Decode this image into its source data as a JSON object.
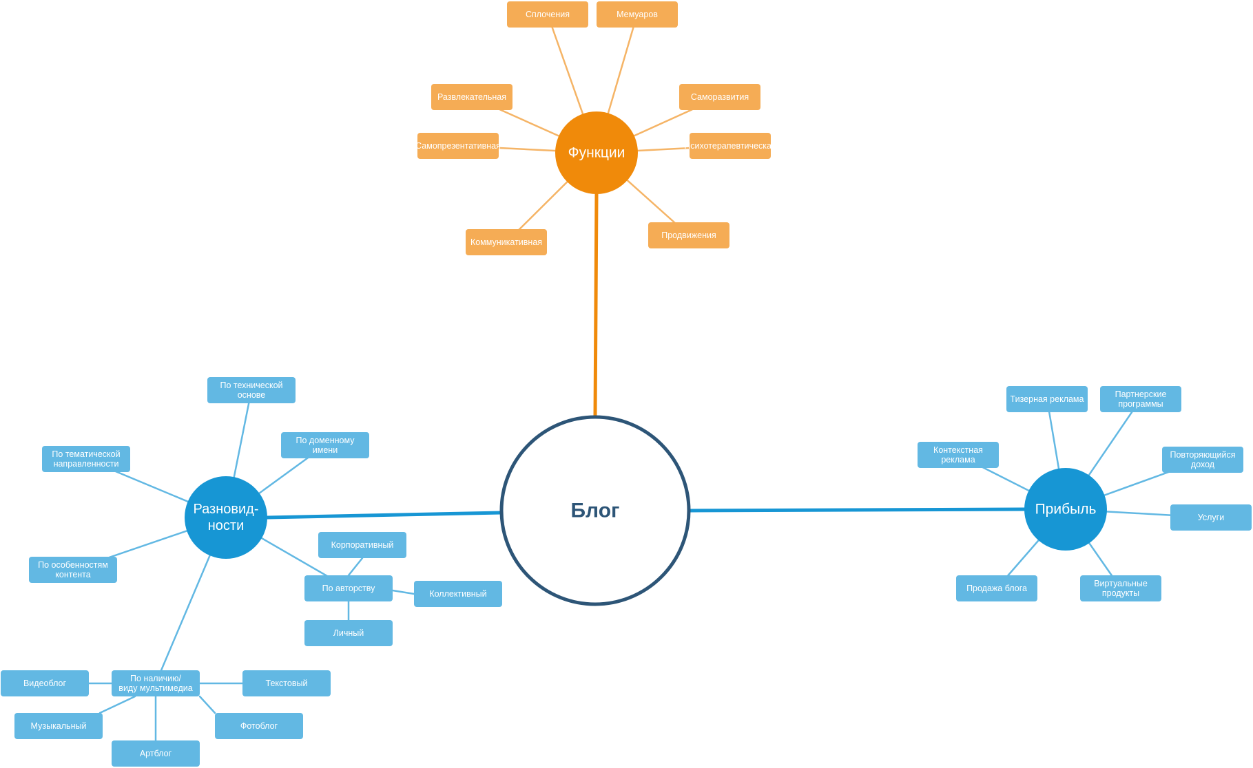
{
  "center": {
    "label": "Блог"
  },
  "branches": [
    {
      "id": "functions",
      "label": "Функции",
      "color": "#f08a0a",
      "box_color": "#f5ac55",
      "line_color": "#f5b466",
      "items": [
        {
          "id": "splocheniya",
          "label": "Сплочения"
        },
        {
          "id": "memuarov",
          "label": "Мемуаров"
        },
        {
          "id": "razvlekatelnaya",
          "label": "Развлекательная"
        },
        {
          "id": "samorazvitiya",
          "label": "Саморазвития"
        },
        {
          "id": "samoprezentativnaya",
          "label": "Самопрезентативная"
        },
        {
          "id": "psihoterapevticheskaya",
          "label": "Психотерапевтическая"
        },
        {
          "id": "kommunikativnaya",
          "label": "Коммуникативная"
        },
        {
          "id": "prodvizheniya",
          "label": "Продвижения"
        }
      ]
    },
    {
      "id": "varieties",
      "label": [
        "Разновид-",
        "ности"
      ],
      "color": "#1796d4",
      "box_color": "#62b8e3",
      "line_color": "#62b8e3",
      "items": [
        {
          "id": "tech",
          "label": [
            "По технической",
            "основе"
          ]
        },
        {
          "id": "domain",
          "label": [
            "По доменному",
            "имени"
          ]
        },
        {
          "id": "thematic",
          "label": [
            "По тематической",
            "направленности"
          ]
        },
        {
          "id": "content",
          "label": [
            "По особенностям",
            "контента"
          ]
        },
        {
          "id": "authorship",
          "label": "По авторству",
          "children": [
            {
              "id": "corporate",
              "label": "Корпоративный"
            },
            {
              "id": "collective",
              "label": "Коллективный"
            },
            {
              "id": "personal",
              "label": "Личный"
            }
          ]
        },
        {
          "id": "multimedia",
          "label": [
            "По наличию/",
            "виду мультимедиа"
          ],
          "children": [
            {
              "id": "videoblog",
              "label": "Видеоблог"
            },
            {
              "id": "text",
              "label": "Текстовый"
            },
            {
              "id": "music",
              "label": "Музыкальный"
            },
            {
              "id": "photoblog",
              "label": "Фотоблог"
            },
            {
              "id": "artblog",
              "label": "Артблог"
            }
          ]
        }
      ]
    },
    {
      "id": "profit",
      "label": "Прибыль",
      "color": "#1796d4",
      "box_color": "#62b8e3",
      "line_color": "#62b8e3",
      "items": [
        {
          "id": "teaser",
          "label": "Тизерная реклама"
        },
        {
          "id": "partner",
          "label": [
            "Партнерские",
            "программы"
          ]
        },
        {
          "id": "context",
          "label": [
            "Контекстная",
            "реклама"
          ]
        },
        {
          "id": "recurring",
          "label": [
            "Повторяющийся",
            "доход"
          ]
        },
        {
          "id": "services",
          "label": "Услуги"
        },
        {
          "id": "sale",
          "label": "Продажа блога"
        },
        {
          "id": "virtual",
          "label": [
            "Виртуальные",
            "продукты"
          ]
        }
      ]
    }
  ]
}
